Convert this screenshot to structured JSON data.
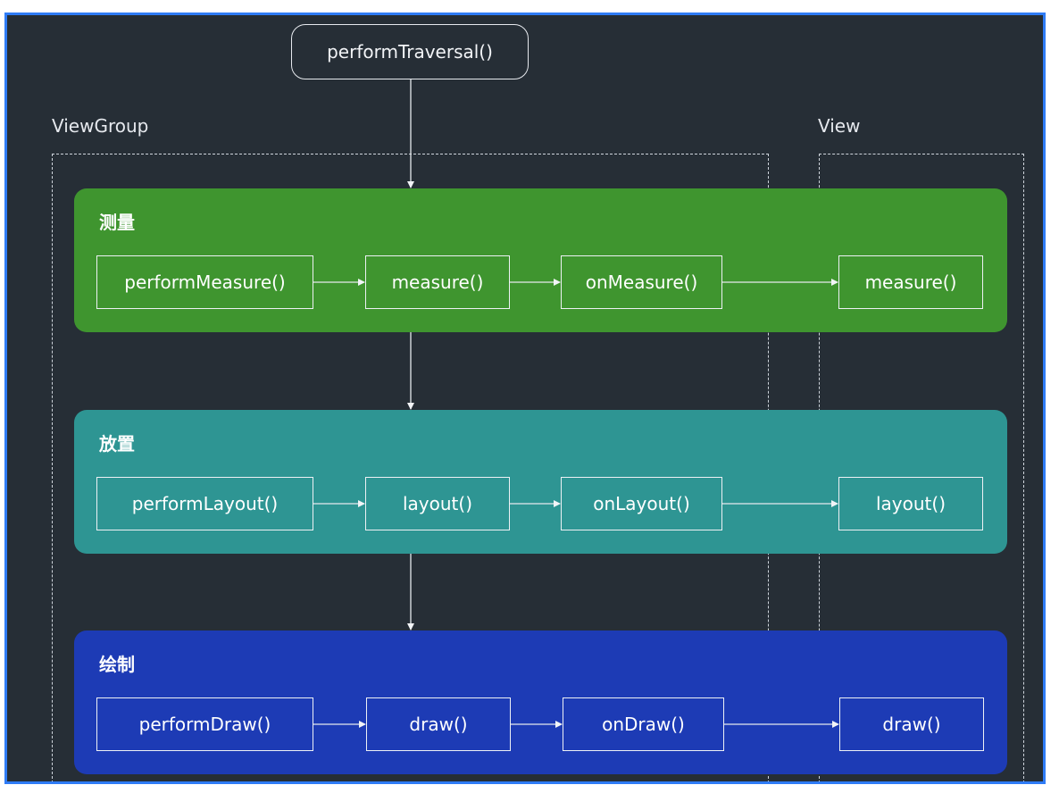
{
  "entry": "performTraversal()",
  "groups": {
    "viewgroup": "ViewGroup",
    "view": "View"
  },
  "stages": [
    {
      "title": "测量",
      "color": "#3f952f",
      "nodes": [
        "performMeasure()",
        "measure()",
        "onMeasure()",
        "measure()"
      ]
    },
    {
      "title": "放置",
      "color": "#2e9593",
      "nodes": [
        "performLayout()",
        "layout()",
        "onLayout()",
        "layout()"
      ]
    },
    {
      "title": "绘制",
      "color": "#1d3bb5",
      "nodes": [
        "performDraw()",
        "draw()",
        "onDraw()",
        "draw()"
      ]
    }
  ],
  "colors": {
    "background": "#262e36",
    "frame_border": "#2f7cf6",
    "line": "#e6e9ee"
  }
}
